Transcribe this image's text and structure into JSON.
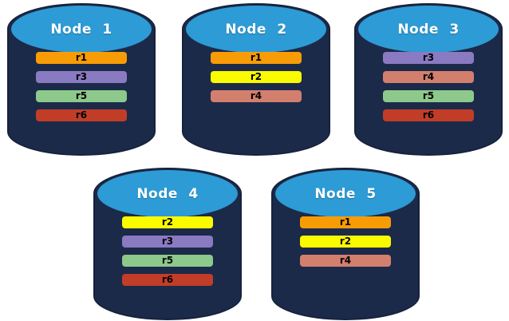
{
  "diagram": {
    "colors": {
      "cylinder_body": "#1c2a49",
      "cylinder_outline": "#16223c",
      "cylinder_top": "#2d9bd5",
      "title_text": "#ffffff",
      "bar_text": "#000000",
      "background": "#ffffff"
    },
    "replica_colors": {
      "r1": "#f89c05",
      "r2": "#fbfb00",
      "r3": "#8a7ac2",
      "r4": "#d37f6e",
      "r5": "#8dc98b",
      "r6": "#c23d28"
    },
    "nodes": [
      {
        "label": "Node 1",
        "replicas": [
          "r1",
          "r3",
          "r5",
          "r6"
        ]
      },
      {
        "label": "Node 2",
        "replicas": [
          "r1",
          "r2",
          "r4"
        ]
      },
      {
        "label": "Node 3",
        "replicas": [
          "r3",
          "r4",
          "r5",
          "r6"
        ]
      },
      {
        "label": "Node 4",
        "replicas": [
          "r2",
          "r3",
          "r5",
          "r6"
        ]
      },
      {
        "label": "Node 5",
        "replicas": [
          "r1",
          "r2",
          "r4"
        ]
      }
    ]
  }
}
